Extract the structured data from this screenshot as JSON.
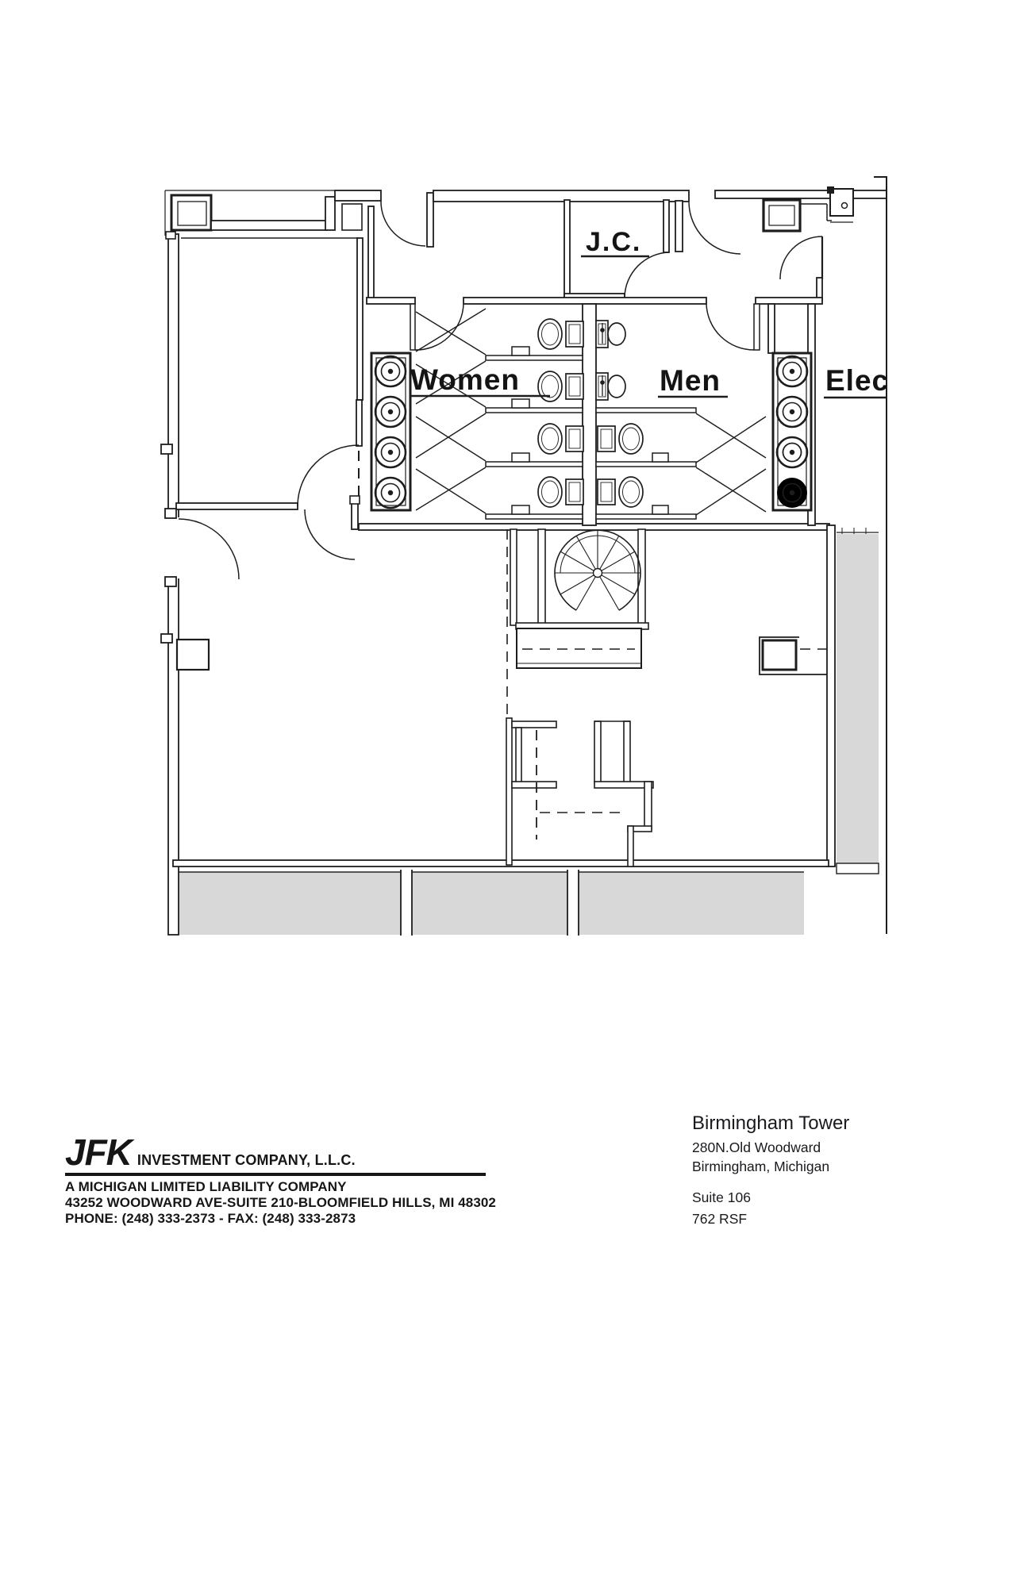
{
  "plan": {
    "labels": {
      "jc": "J.C.",
      "women": "Women",
      "men": "Men",
      "elec": "Elec"
    }
  },
  "footer": {
    "brand": {
      "logo": "JFK",
      "company": "INVESTMENT COMPANY, L.L.C.",
      "line1": "A MICHIGAN LIMITED LIABILITY COMPANY",
      "line2": "43252 WOODWARD AVE-SUITE 210-BLOOMFIELD HILLS, MI 48302",
      "line3": "PHONE: (248) 333-2373 - FAX: (248) 333-2873"
    },
    "property": {
      "name": "Birmingham Tower",
      "address_line1": "280N.Old Woodward",
      "address_line2": "Birmingham, Michigan",
      "suite": "Suite 106",
      "area": "762 RSF"
    }
  },
  "colors": {
    "line": "#1d1d1d",
    "shade": "#d8d8d8",
    "text": "#161616"
  }
}
